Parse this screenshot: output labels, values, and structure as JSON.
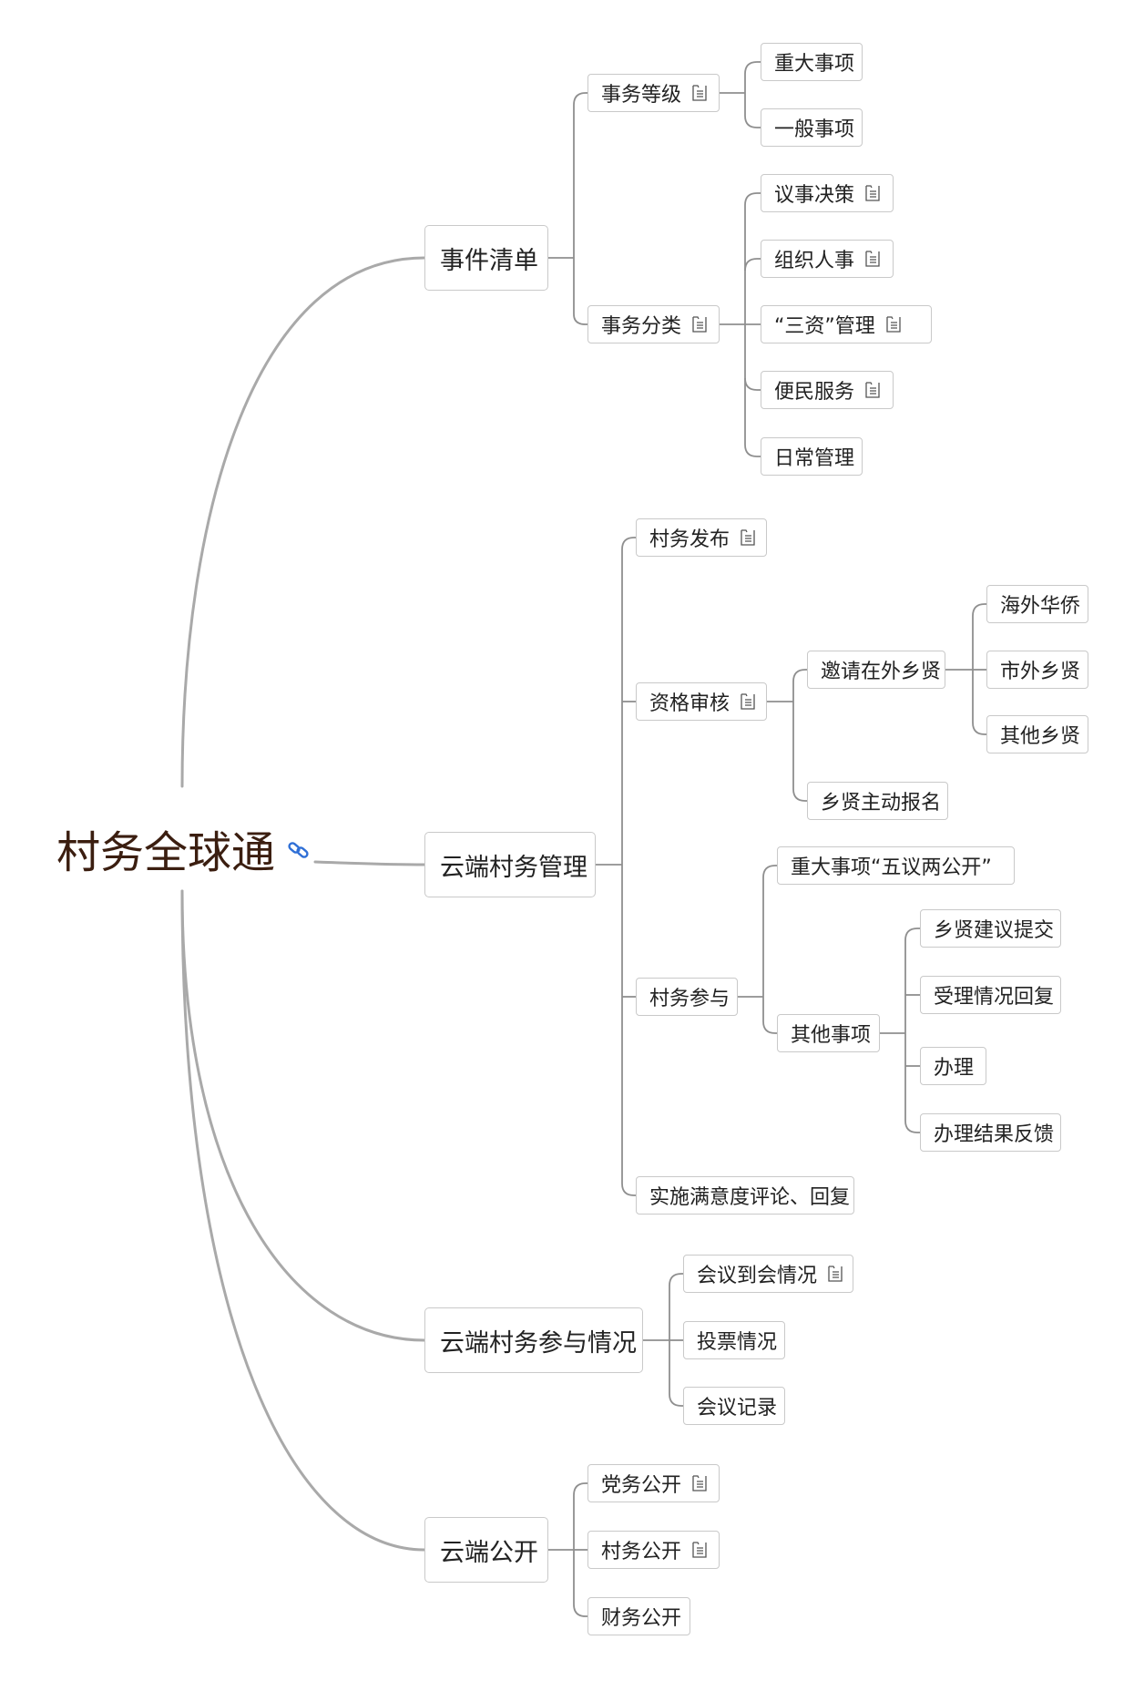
{
  "root": {
    "title": "村务全球通",
    "icon": "link-icon"
  },
  "branches": {
    "event_list": {
      "label": "事件清单",
      "affair_level": {
        "label": "事务等级",
        "children": [
          "重大事项",
          "一般事项"
        ]
      },
      "affair_category": {
        "label": "事务分类",
        "children": [
          "议事决策",
          "组织人事",
          "“三资”管理",
          "便民服务",
          "日常管理"
        ]
      }
    },
    "cloud_management": {
      "label": "云端村务管理",
      "publish": "村务发布",
      "qualification": {
        "label": "资格审核",
        "invite": {
          "label": "邀请在外乡贤",
          "children": [
            "海外华侨",
            "市外乡贤",
            "其他乡贤"
          ]
        },
        "self_apply": "乡贤主动报名"
      },
      "participation": {
        "label": "村务参与",
        "major": "重大事项“五议两公开”",
        "other": {
          "label": "其他事项",
          "children": [
            "乡贤建议提交",
            "受理情况回复",
            "办理",
            "办理结果反馈"
          ]
        }
      },
      "satisfaction": "实施满意度评论、回复"
    },
    "cloud_participation": {
      "label": "云端村务参与情况",
      "children": [
        "会议到会情况",
        "投票情况",
        "会议记录"
      ]
    },
    "cloud_public": {
      "label": "云端公开",
      "children": [
        "党务公开",
        "村务公开",
        "财务公开"
      ]
    }
  },
  "colors": {
    "main_edge": "#a9a9a9",
    "sub_edge": "#8f8f8f",
    "node_border": "#c9c9c9",
    "root_text": "#3b1e10",
    "link_icon": "#2f6fd6"
  }
}
